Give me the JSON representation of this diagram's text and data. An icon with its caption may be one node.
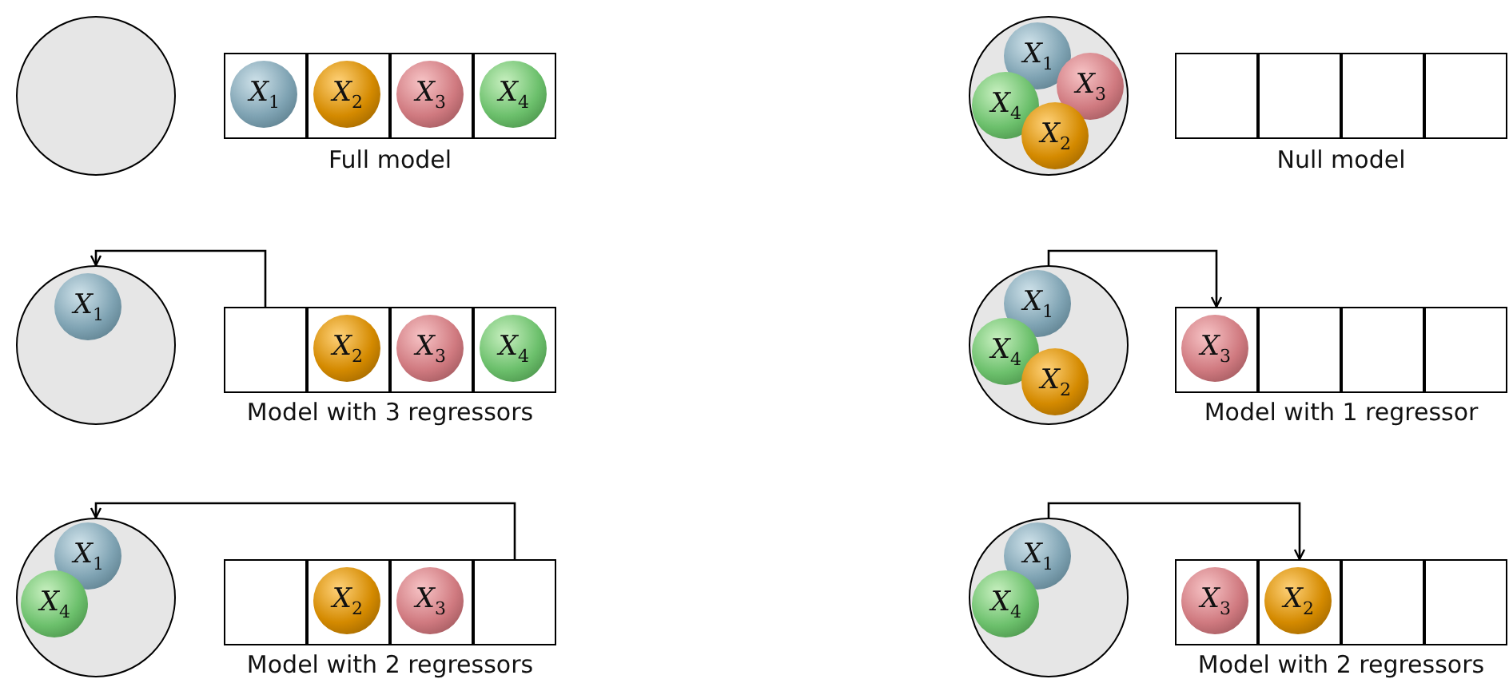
{
  "diagram": {
    "nodes": [
      {
        "text": [],
        "shape": "circle"
      },
      {
        "text": [],
        "shape": "box"
      },
      {
        "text": [
          "*X*$_{1}$"
        ],
        "in": 1
      },
      {
        "text": [],
        "shape": "box"
      },
      {
        "text": [
          "*X*$_{2}$"
        ],
        "in": 3
      },
      {
        "text": [],
        "shape": "box"
      },
      {
        "text": [
          "*X*$_{3}$"
        ],
        "in": 5
      },
      {
        "text": [],
        "shape": "box"
      },
      {
        "text": [
          "*X*$_{4}$"
        ],
        "in": 7
      },
      {
        "text": [],
        "shape": "circle"
      },
      {
        "text": [
          "*X*$_{1}$"
        ],
        "in": 9
      },
      {
        "text": [
          "*X*$_{3}$"
        ],
        "in": 9
      },
      {
        "text": [
          "*X*$_{4}$"
        ],
        "in": 9
      },
      {
        "text": [
          "*X*$_{2}$"
        ],
        "in": 9
      },
      {
        "text": [],
        "shape": "box"
      },
      {
        "text": [],
        "shape": "box"
      },
      {
        "text": [],
        "shape": "box"
      },
      {
        "text": [],
        "shape": "box"
      },
      {
        "text": [],
        "shape": "circle"
      },
      {
        "text": [
          "*X*$_{1}$"
        ],
        "in": 18
      },
      {
        "text": [],
        "shape": "box"
      },
      {
        "text": [],
        "shape": "box"
      },
      {
        "text": [
          "*X*$_{2}$"
        ],
        "in": 21
      },
      {
        "text": [],
        "shape": "box"
      },
      {
        "text": [
          "*X*$_{3}$"
        ],
        "in": 23
      },
      {
        "text": [],
        "shape": "box"
      },
      {
        "text": [
          "*X*$_{4}$"
        ],
        "in": 25
      },
      {
        "text": [],
        "shape": "circle"
      },
      {
        "text": [
          "*X*$_{1}$"
        ],
        "in": 27
      },
      {
        "text": [
          "*X*$_{4}$"
        ],
        "in": 27
      },
      {
        "text": [
          "*X*$_{2}$"
        ],
        "in": 27
      },
      {
        "text": [],
        "shape": "box"
      },
      {
        "text": [
          "*X*$_{3}$"
        ],
        "in": 31
      },
      {
        "text": [],
        "shape": "box"
      },
      {
        "text": [],
        "shape": "box"
      },
      {
        "text": [],
        "shape": "box"
      },
      {
        "text": [],
        "shape": "circle"
      },
      {
        "text": [
          "*X*$_{1}$"
        ],
        "in": 36
      },
      {
        "text": [
          "*X*$_{4}$"
        ],
        "in": 36
      },
      {
        "text": [],
        "shape": "box"
      },
      {
        "text": [],
        "shape": "box"
      },
      {
        "text": [
          "*X*$_{2}$"
        ],
        "in": 40
      },
      {
        "text": [],
        "shape": "box"
      },
      {
        "text": [
          "*X*$_{3}$"
        ],
        "in": 42
      },
      {
        "text": [],
        "shape": "box"
      },
      {
        "text": [],
        "shape": "circle"
      },
      {
        "text": [
          "*X*$_{1}$"
        ],
        "in": 45
      },
      {
        "text": [
          "*X*$_{4}$"
        ],
        "in": 45
      },
      {
        "text": [],
        "shape": "box"
      },
      {
        "text": [
          "*X*$_{3}$"
        ],
        "in": 48
      },
      {
        "text": [],
        "shape": "box"
      },
      {
        "text": [
          "*X*$_{2}$"
        ],
        "in": 50
      },
      {
        "text": [],
        "shape": "box"
      },
      {
        "text": [],
        "shape": "box"
      }
    ],
    "edges": [
      {
        "from": 20,
        "to": 18,
        "arrow": "to"
      },
      {
        "from": 27,
        "to": 31,
        "arrow": "to"
      },
      {
        "from": 44,
        "to": 36,
        "arrow": "to"
      },
      {
        "from": 45,
        "to": 50,
        "arrow": "to"
      }
    ],
    "labels": [
      "Full model",
      "Null model",
      "Model with 3 regressors",
      "Model with 1 regressor",
      "Model with 2 regressors",
      "Model with 2 regressors"
    ]
  }
}
